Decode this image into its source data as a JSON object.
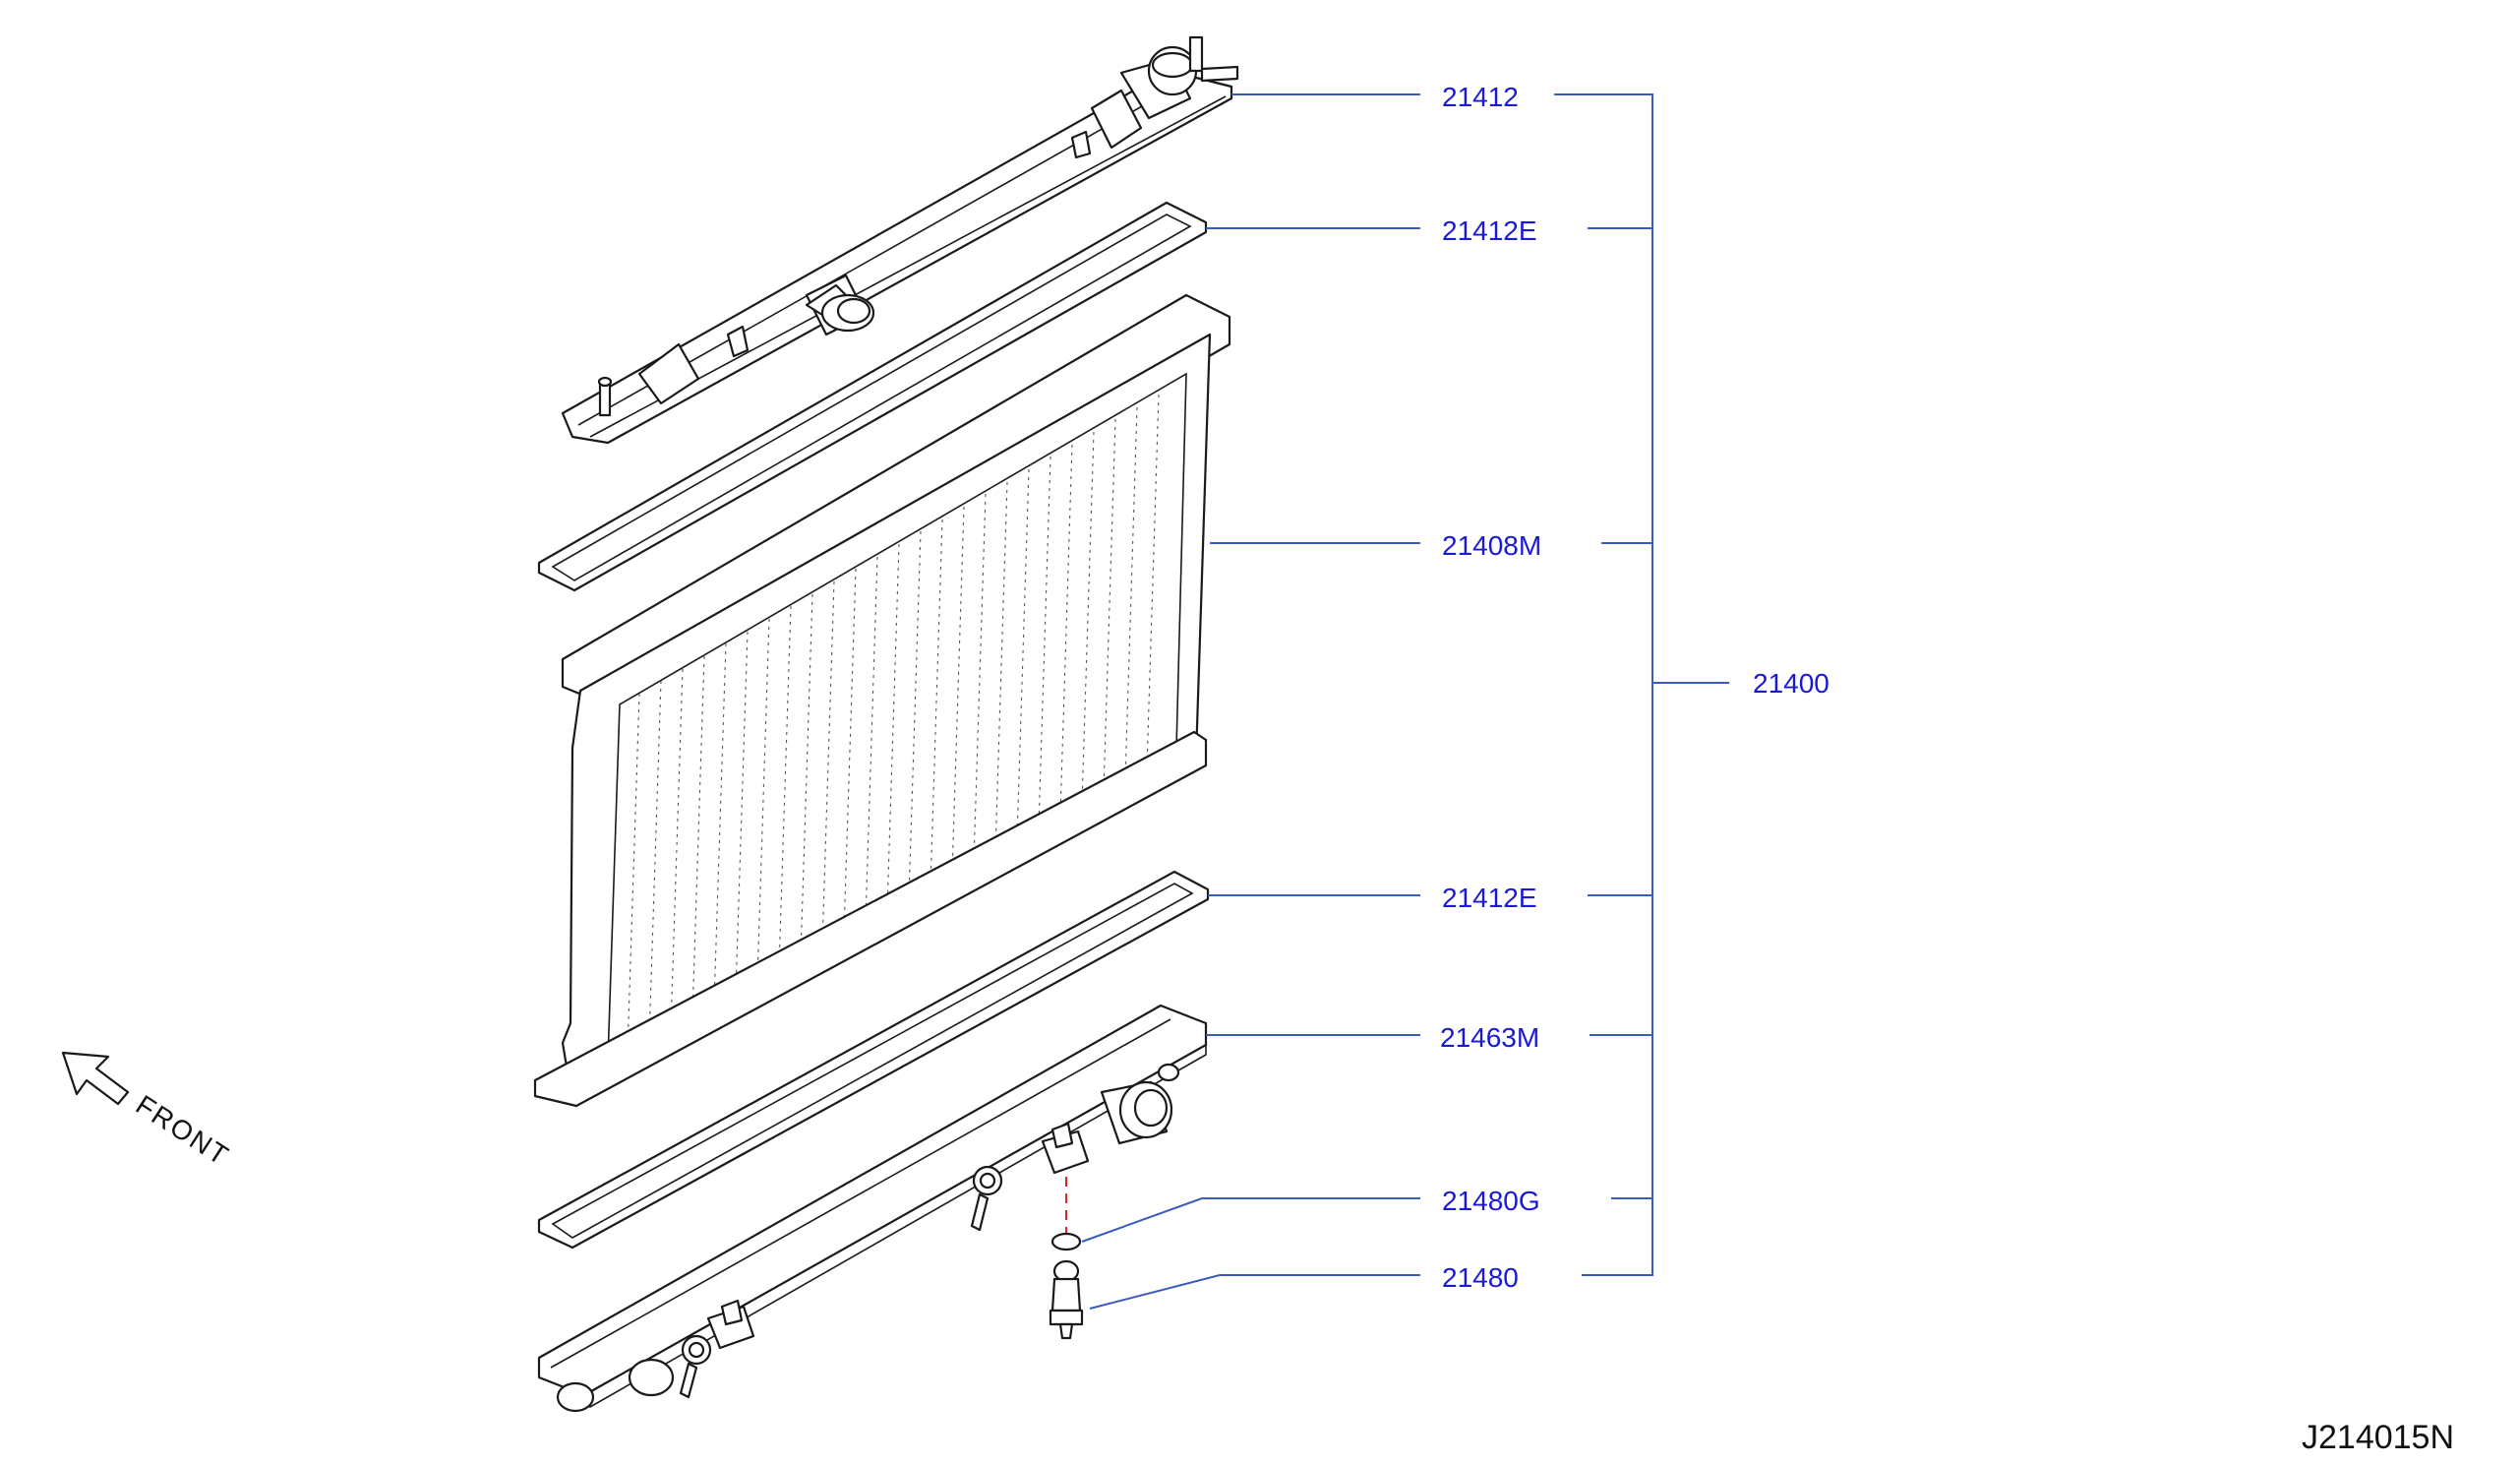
{
  "callouts": {
    "upper_tank": "21412",
    "upper_gasket": "21412E",
    "core": "21408M",
    "assembly": "21400",
    "lower_gasket": "21412E",
    "lower_tank": "21463M",
    "drain_seal": "21480G",
    "drain_cock": "21480"
  },
  "front_label": "FRONT",
  "diagram_ref": "J214015N",
  "colors": {
    "callout_text": "#1a1ad6",
    "leader_line": "#3a5bbf",
    "red_dash": "#d62828"
  },
  "icons": [
    "front-arrow-icon"
  ]
}
